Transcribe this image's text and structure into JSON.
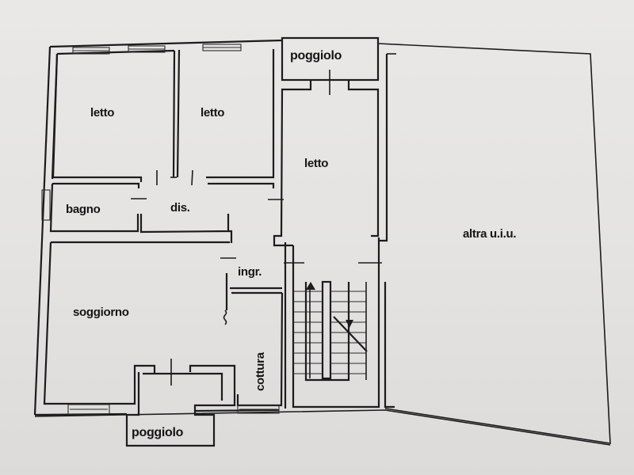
{
  "floor_plan": {
    "rooms": [
      {
        "id": "letto-1",
        "label": "letto"
      },
      {
        "id": "letto-2",
        "label": "letto"
      },
      {
        "id": "letto-3",
        "label": "letto"
      },
      {
        "id": "poggiolo-top",
        "label": "poggiolo"
      },
      {
        "id": "bagno",
        "label": "bagno"
      },
      {
        "id": "disimpegno",
        "label": "dis."
      },
      {
        "id": "ingresso",
        "label": "ingr."
      },
      {
        "id": "soggiorno",
        "label": "soggiorno"
      },
      {
        "id": "cottura",
        "label": "cottura"
      },
      {
        "id": "poggiolo-bottom",
        "label": "poggiolo"
      },
      {
        "id": "altra-uiu",
        "label": "altra u.i.u."
      }
    ],
    "colors": {
      "paper": "#e6e5e3",
      "ink": "#1c1c1e"
    }
  }
}
